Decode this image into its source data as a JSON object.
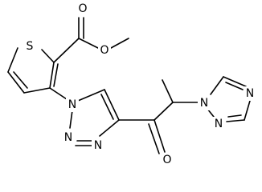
{
  "molecule": {
    "atoms": {
      "S": "S",
      "O_ester_carbonyl": "O",
      "O_ester_ether": "O",
      "N_triazole_1": "N",
      "N_triazole_2": "N",
      "N_triazole_3": "N",
      "O_ketone": "O",
      "N_124triazole_1": "N",
      "N_124triazole_2": "N",
      "N_124triazole_4": "N"
    }
  }
}
